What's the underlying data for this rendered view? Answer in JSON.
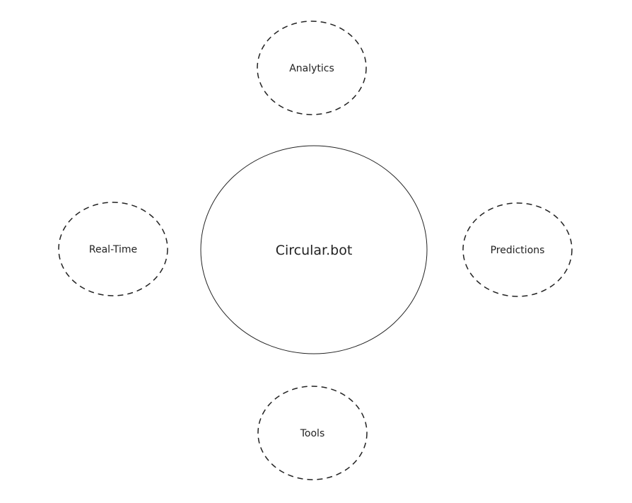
{
  "center": {
    "label": "Circular.bot"
  },
  "nodes": [
    {
      "id": "analytics",
      "label": "Analytics"
    },
    {
      "id": "real-time",
      "label": "Real-Time"
    },
    {
      "id": "predictions",
      "label": "Predictions"
    },
    {
      "id": "tools",
      "label": "Tools"
    }
  ],
  "colors": {
    "stroke": "#222222",
    "background": "#ffffff"
  }
}
